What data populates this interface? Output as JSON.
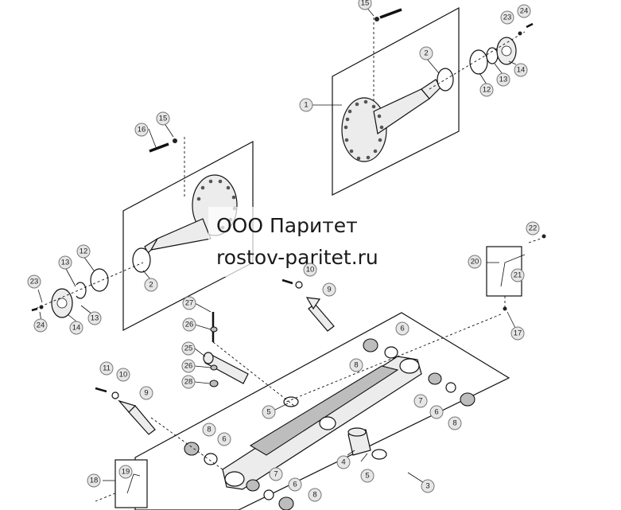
{
  "watermark": {
    "company": "ООО Паритет",
    "site": "rostov-paritet.ru"
  },
  "callouts": {
    "c1": "1",
    "c2a": "2",
    "c2b": "2",
    "c3": "3",
    "c4": "4",
    "c5a": "5",
    "c5b": "5",
    "c6a": "6",
    "c6b": "6",
    "c6c": "6",
    "c6d": "6",
    "c7a": "7",
    "c7b": "7",
    "c8a": "8",
    "c8b": "8",
    "c8c": "8",
    "c8d": "8",
    "c9a": "9",
    "c9b": "9",
    "c10a": "10",
    "c10b": "10",
    "c11": "11",
    "c12a": "12",
    "c12b": "12",
    "c13a": "13",
    "c13b": "13",
    "c13c": "13",
    "c14a": "14",
    "c14b": "14",
    "c15a": "15",
    "c15b": "15",
    "c16": "16",
    "c17": "17",
    "c18": "18",
    "c19": "19",
    "c20": "20",
    "c21": "21",
    "c22": "22",
    "c23a": "23",
    "c23b": "23",
    "c24a": "24",
    "c24b": "24",
    "c25": "25",
    "c26a": "26",
    "c26b": "26",
    "c27": "27",
    "c28": "28"
  }
}
